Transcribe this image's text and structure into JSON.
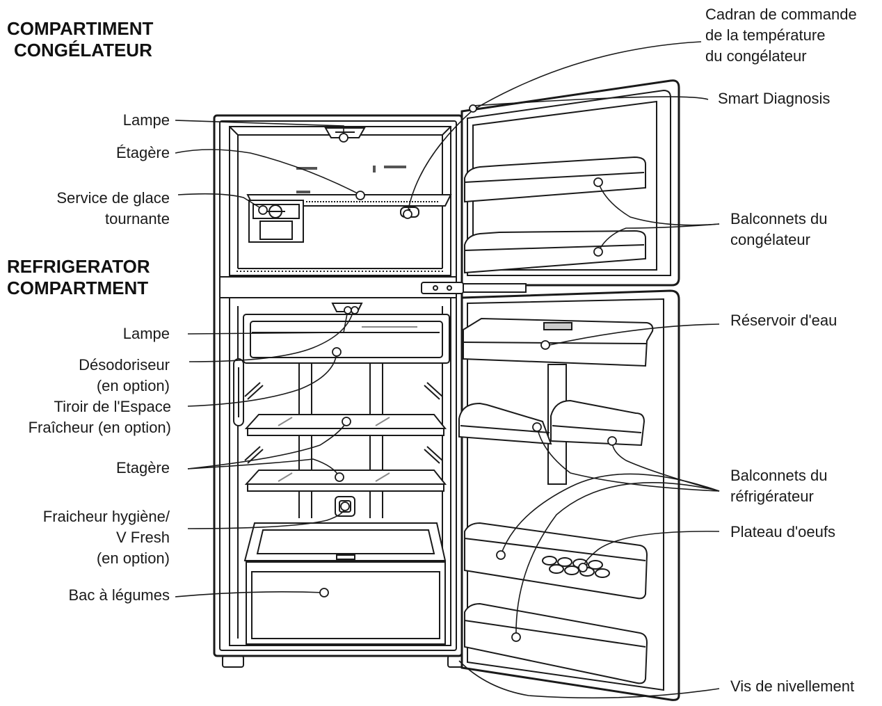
{
  "headings": {
    "freezer": [
      "COMPARTIMENT",
      "CONGÉLATEUR"
    ],
    "fridge": [
      "REFRIGERATOR",
      "COMPARTMENT"
    ]
  },
  "labels_left": {
    "lampe_top": "Lampe",
    "etagere_top": "Étagère",
    "glace": [
      "Service de glace",
      "tournante"
    ],
    "lampe_bottom": "Lampe",
    "desodoriseur": [
      "Désodoriseur",
      "(en option)"
    ],
    "tiroir": [
      "Tiroir de l'Espace",
      "Fraîcheur (en option)"
    ],
    "etagere_bottom": "Etagère",
    "fraicheur": [
      "Fraicheur hygiène/",
      "V Fresh",
      "(en option)"
    ],
    "bac": "Bac à légumes"
  },
  "labels_right": {
    "cadran": [
      "Cadran de commande",
      "de la température",
      "du congélateur"
    ],
    "smart": "Smart Diagnosis",
    "balconnets_cong": [
      "Balconnets du",
      "congélateur"
    ],
    "reservoir": "Réservoir d'eau",
    "balconnets_ref": [
      "Balconnets du",
      "réfrigérateur"
    ],
    "plateau": "Plateau d'oeufs",
    "vis": "Vis de nivellement"
  },
  "colors": {
    "ink": "#1a1a1a",
    "fill": "#ffffff",
    "shade": "#d9d9d9"
  }
}
